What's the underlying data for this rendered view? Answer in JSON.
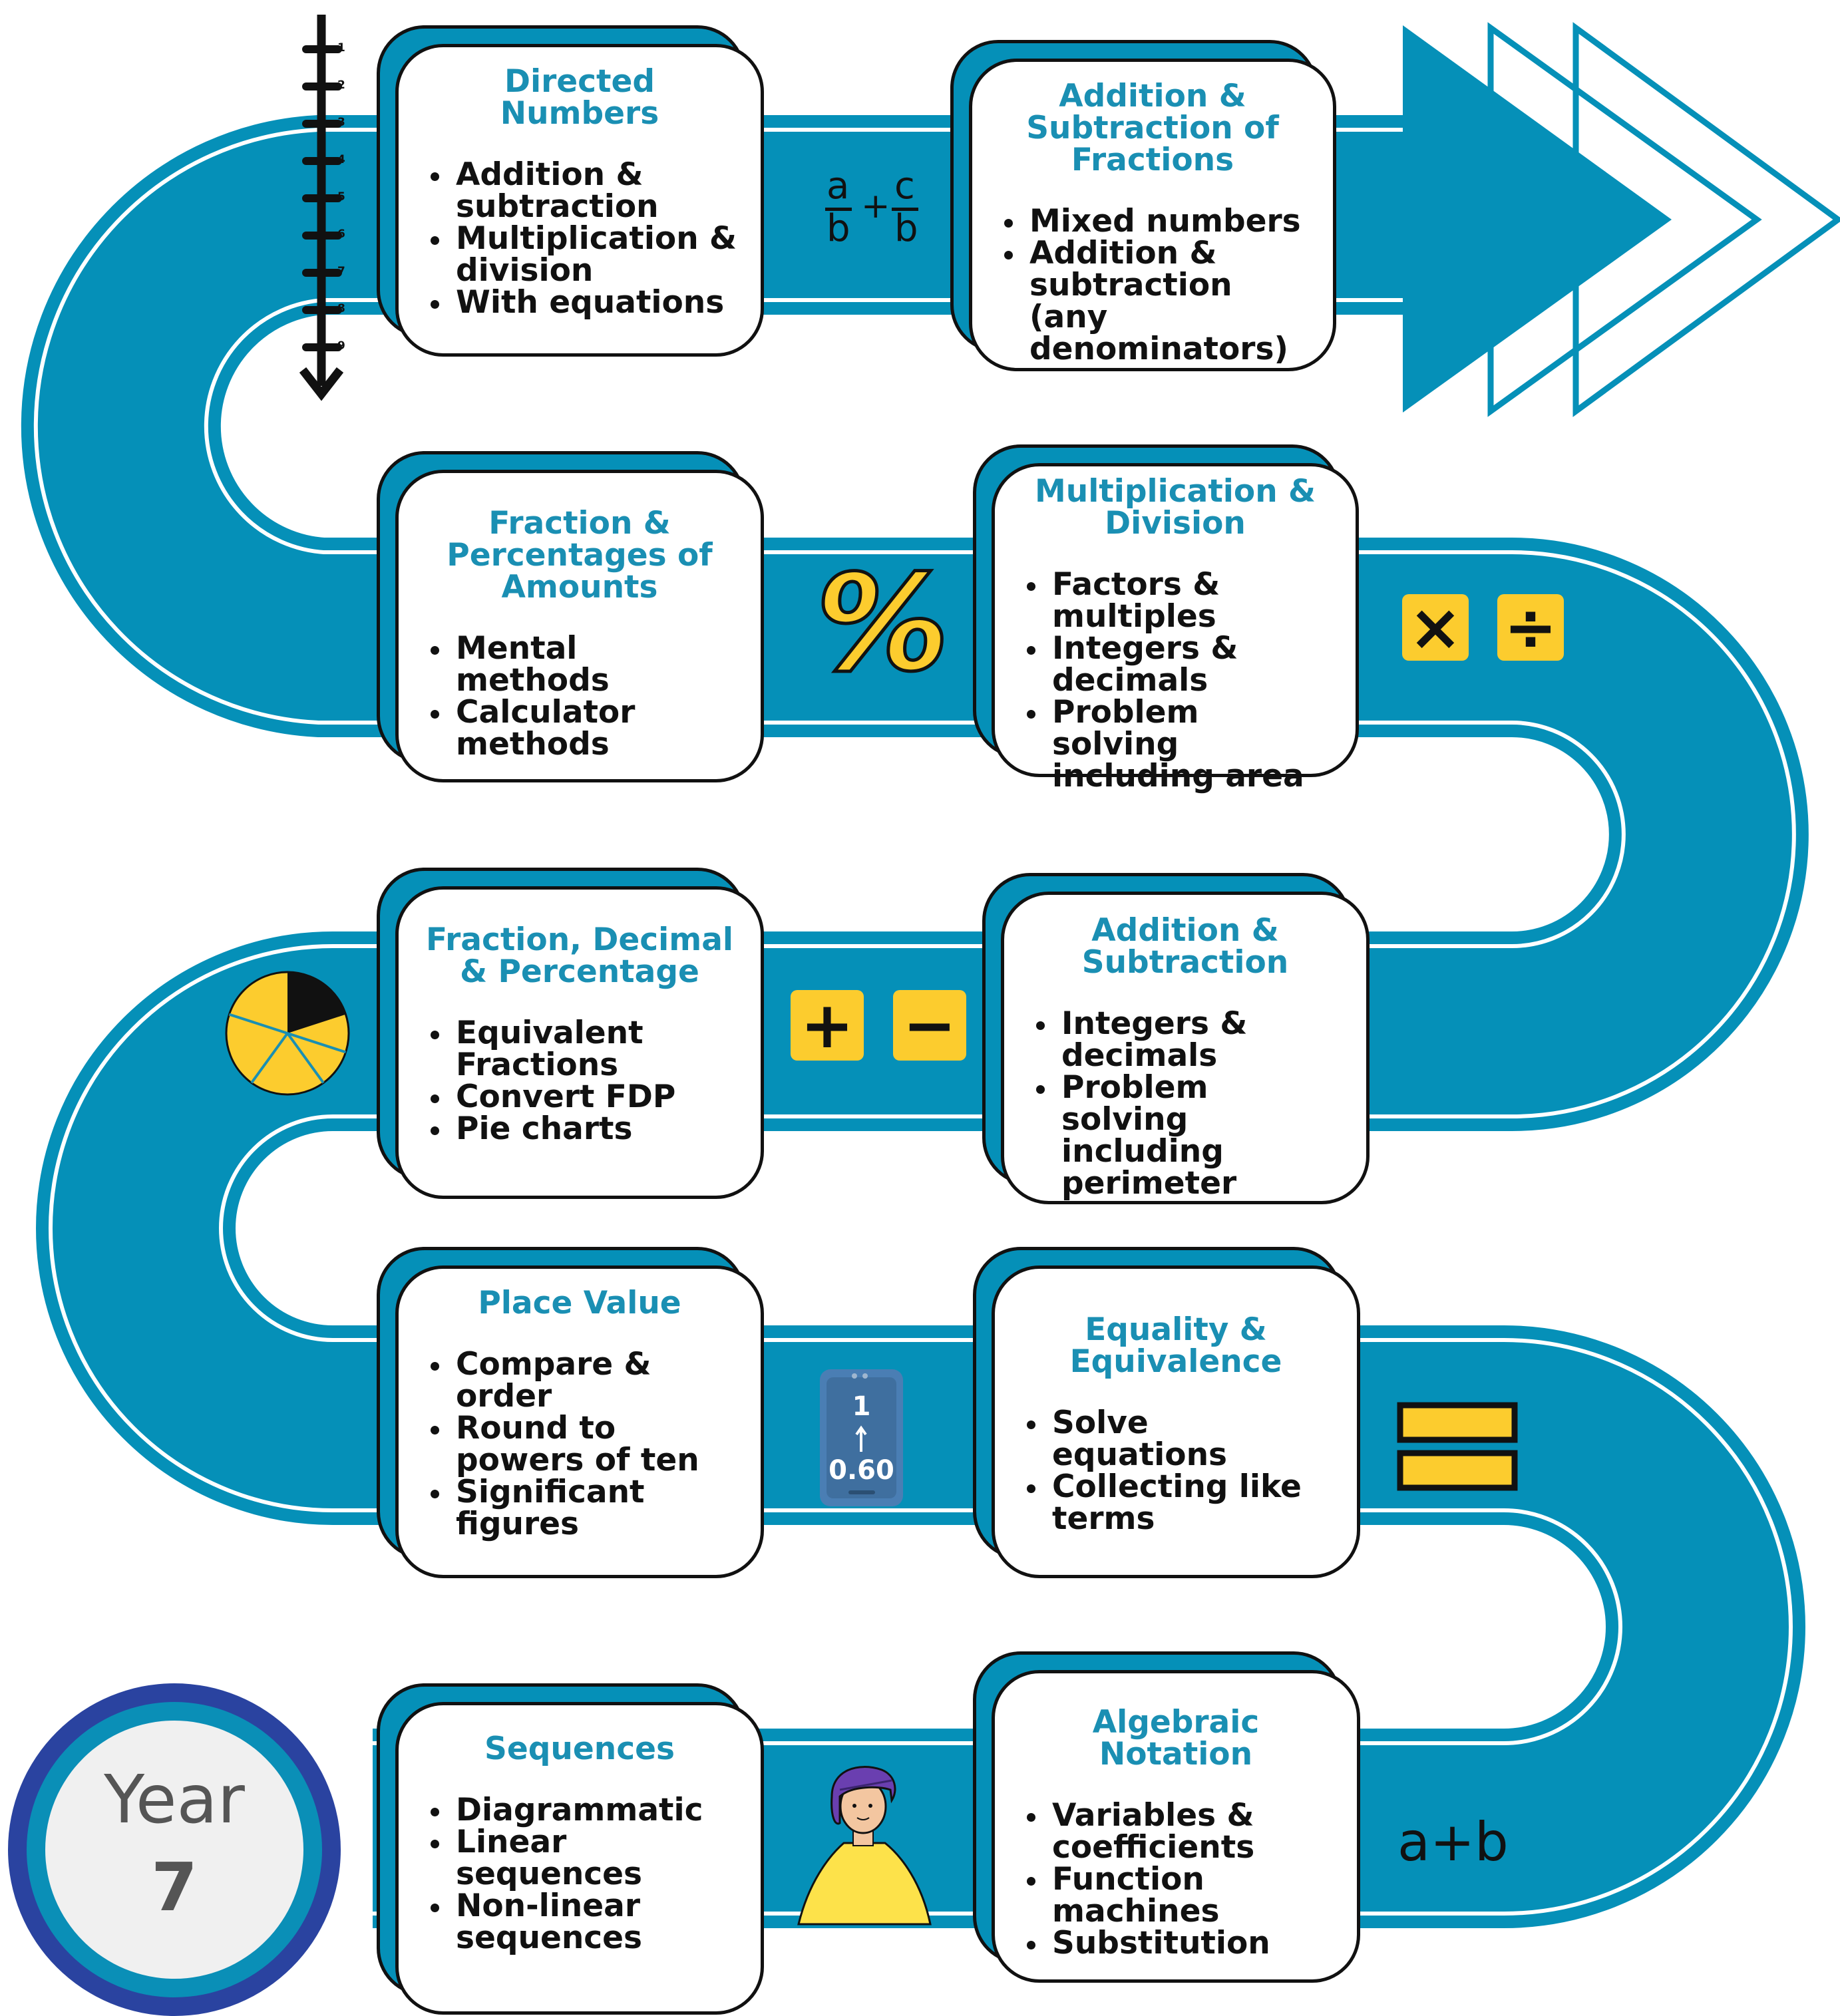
{
  "cards": [
    {
      "title": "Directed Numbers",
      "items": [
        "Addition & subtraction",
        "Multiplication & division",
        "With equations"
      ]
    },
    {
      "title": "Addition & Subtraction of Fractions",
      "items": [
        "Mixed numbers",
        "Addition & subtraction (any denominators)"
      ]
    },
    {
      "title": "Fraction & Percentages of Amounts",
      "items": [
        "Mental methods",
        "Calculator methods"
      ]
    },
    {
      "title": "Multiplication & Division",
      "items": [
        "Factors & multiples",
        "Integers & decimals",
        "Problem solving including area"
      ]
    },
    {
      "title": "Fraction, Decimal & Percentage",
      "items": [
        "Equivalent Fractions",
        "Convert FDP",
        "Pie charts"
      ]
    },
    {
      "title": "Addition & Subtraction",
      "items": [
        "Integers & decimals",
        "Problem solving including perimeter"
      ]
    },
    {
      "title": "Place Value",
      "items": [
        "Compare & order",
        "Round to powers of ten",
        "Significant figures"
      ]
    },
    {
      "title": "Equality & Equivalence",
      "items": [
        "Solve equations",
        "Collecting like terms"
      ]
    },
    {
      "title": "Sequences",
      "items": [
        "Diagrammatic",
        "Linear sequences",
        "Non-linear sequences"
      ]
    },
    {
      "title": "Algebraic Notation",
      "items": [
        "Variables & coefficients",
        "Function machines",
        "Substitution"
      ]
    }
  ],
  "number_line": {
    "ticks": [
      "-1",
      "-2",
      "-3",
      "-4",
      "-5",
      "-6",
      "-7",
      "-8",
      "-9"
    ]
  },
  "fraction_expression": {
    "a": "a",
    "b": "b",
    "plus": "+",
    "c": "c",
    "d": "b"
  },
  "percent_symbol": "%",
  "multiply_symbol": "×",
  "divide_symbol": "÷",
  "plus_symbol": "+",
  "minus_symbol": "−",
  "phone_display": {
    "top": "1",
    "bottom": "0.60"
  },
  "algebra_text": "a+b",
  "badge": {
    "label": "Year",
    "number": "7"
  },
  "colors": {
    "road": "#0590b8",
    "road_edge": "#ffffff",
    "tile": "#fccc2e",
    "title": "#1a8fb3",
    "badge_outer": "#2a43a0",
    "badge_inner": "#0a8fb7"
  }
}
